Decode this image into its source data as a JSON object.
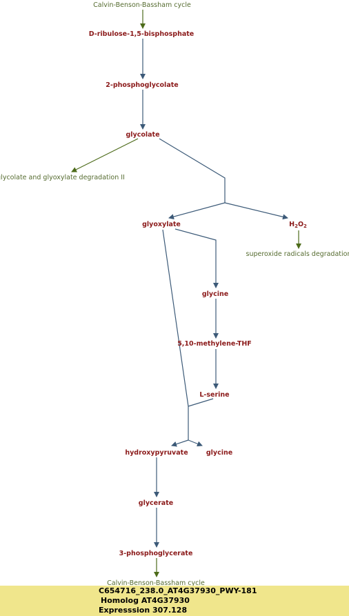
{
  "pathway": {
    "top_link": "Calvin-Benson-Bassham cycle",
    "bottom_link": "Calvin-Benson-Bassham cycle",
    "glycolate_link": "glycolate and glyoxylate degradation II",
    "superoxide_link": "superoxide radicals degradation",
    "compounds": {
      "ribulose": "D-ribulose-1,5-bisphosphate",
      "phosphoglycolate": "2-phosphoglycolate",
      "glycolate": "glycolate",
      "glyoxylate": "glyoxylate",
      "h2o2_main": "H",
      "h2o2_sub1": "2",
      "h2o2_o": "O",
      "h2o2_sub2": "2",
      "glycine1": "glycine",
      "methylene_thf": "5,10-methylene-THF",
      "serine": "L-serine",
      "hydroxypyruvate": "hydroxypyruvate",
      "glycine2": "glycine",
      "glycerate": "glycerate",
      "phosphoglycerate": "3-phosphoglycerate"
    }
  },
  "info": {
    "line1": "C654716_238.0_AT4G37930_PWY-181",
    "line2": "Homolog AT4G37930",
    "line3": "Expresssion 307.128"
  },
  "colors": {
    "compound": "#8b1a1a",
    "link": "#556b2f",
    "edge": "#3c5a78",
    "edge_external": "#4d6b1a",
    "info_background": "#f0e68c"
  }
}
